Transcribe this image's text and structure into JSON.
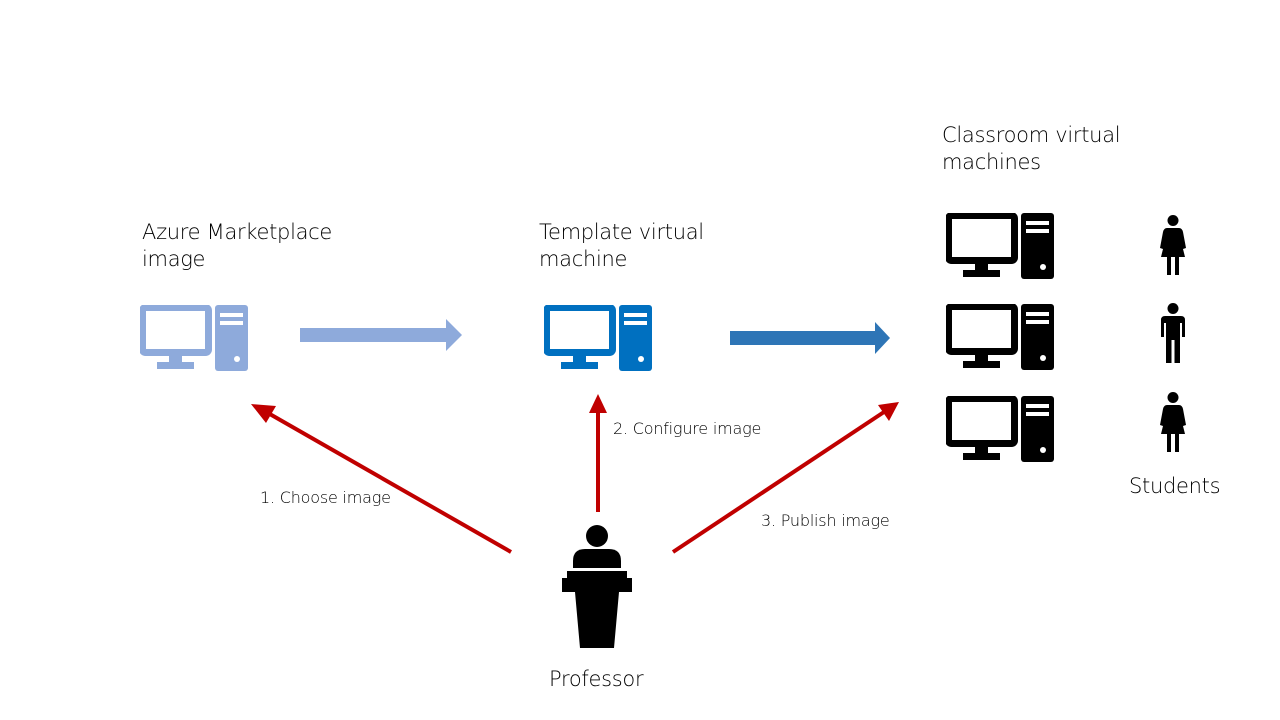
{
  "labels": {
    "azure_line1": "Azure Marketplace",
    "azure_line2": "image",
    "template_line1": "Template virtual",
    "template_line2": "machine",
    "classroom_line1": "Classroom virtual",
    "classroom_line2": "machines",
    "students": "Students",
    "professor": "Professor"
  },
  "steps": {
    "step1": "1. Choose image",
    "step2": "2. Configure image",
    "step3": "3. Publish image"
  },
  "colors": {
    "marketplace": "#8eaadb",
    "template": "#0070c0",
    "template_arrow": "#2e75b6",
    "classroom": "#000000",
    "step_arrows": "#c00000"
  },
  "icons": {
    "marketplace": "desktop-computer-icon",
    "template": "desktop-computer-icon",
    "classroom": "desktop-computer-icon",
    "students": "person-icon",
    "professor": "lectern-person-icon"
  }
}
